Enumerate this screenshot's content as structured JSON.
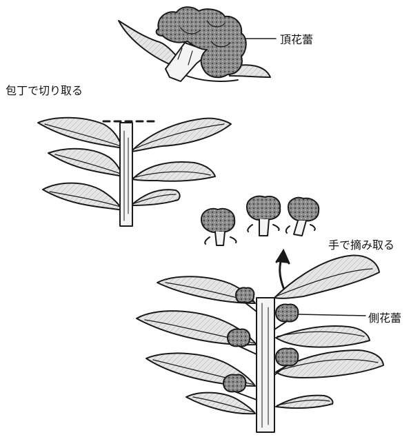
{
  "labels": {
    "terminal_bud": "頂花蕾",
    "cut_with_knife": "包丁で切り取る",
    "pick_by_hand": "手で摘み取る",
    "side_bud": "側花蕾"
  }
}
